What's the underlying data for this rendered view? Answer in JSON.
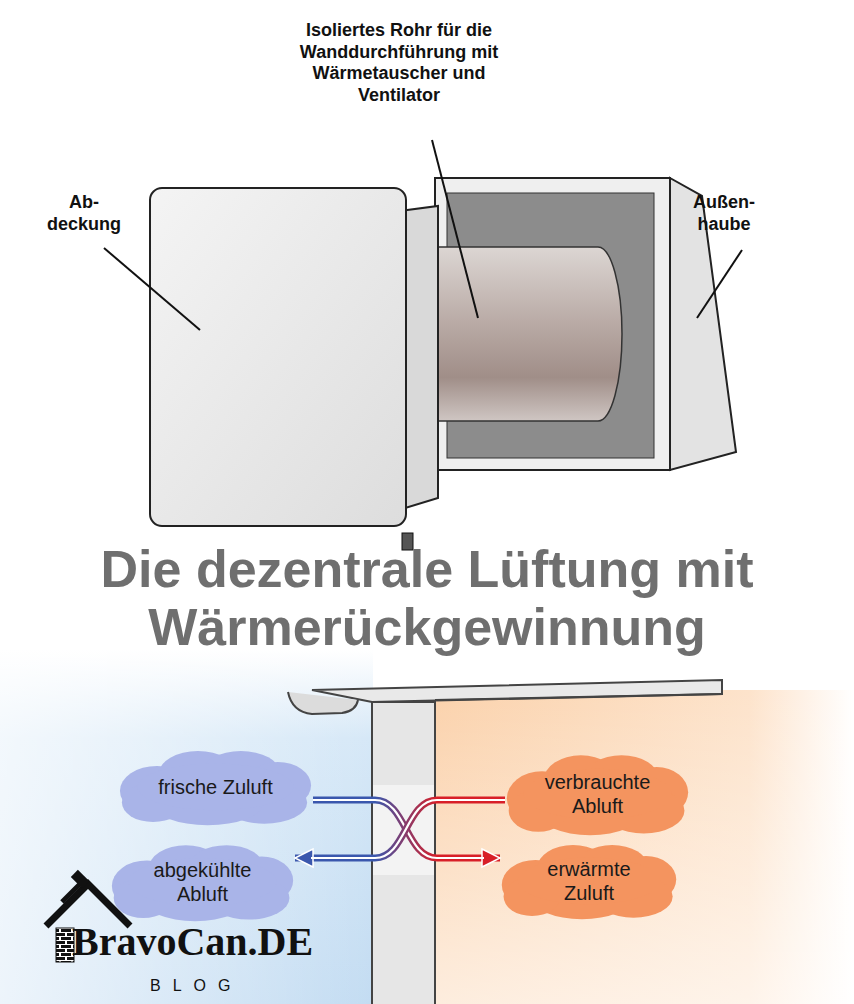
{
  "diagram": {
    "title": "Die dezentrale Lüftung mit Wärmerückgewinnung",
    "nodes": [
      {
        "text": [
          "frische Zuluft"
        ]
      },
      {
        "text": [
          "verbrauchte Abluft"
        ]
      },
      {
        "text": [
          "abgekühlte Abluft"
        ]
      },
      {
        "text": [
          "erwärmte Zuluft"
        ]
      }
    ],
    "edges": [
      {
        "from": 0,
        "to": 3,
        "arrow": "to"
      },
      {
        "from": 1,
        "to": 2,
        "arrow": "to"
      }
    ],
    "labels": [
      "Isoliertes Rohr für die Wanddurchführung mit Wärmetauscher und Ventilator",
      "Ab- deckung",
      "Außen- haube",
      "BravoCan.DE",
      "BLOG"
    ]
  }
}
